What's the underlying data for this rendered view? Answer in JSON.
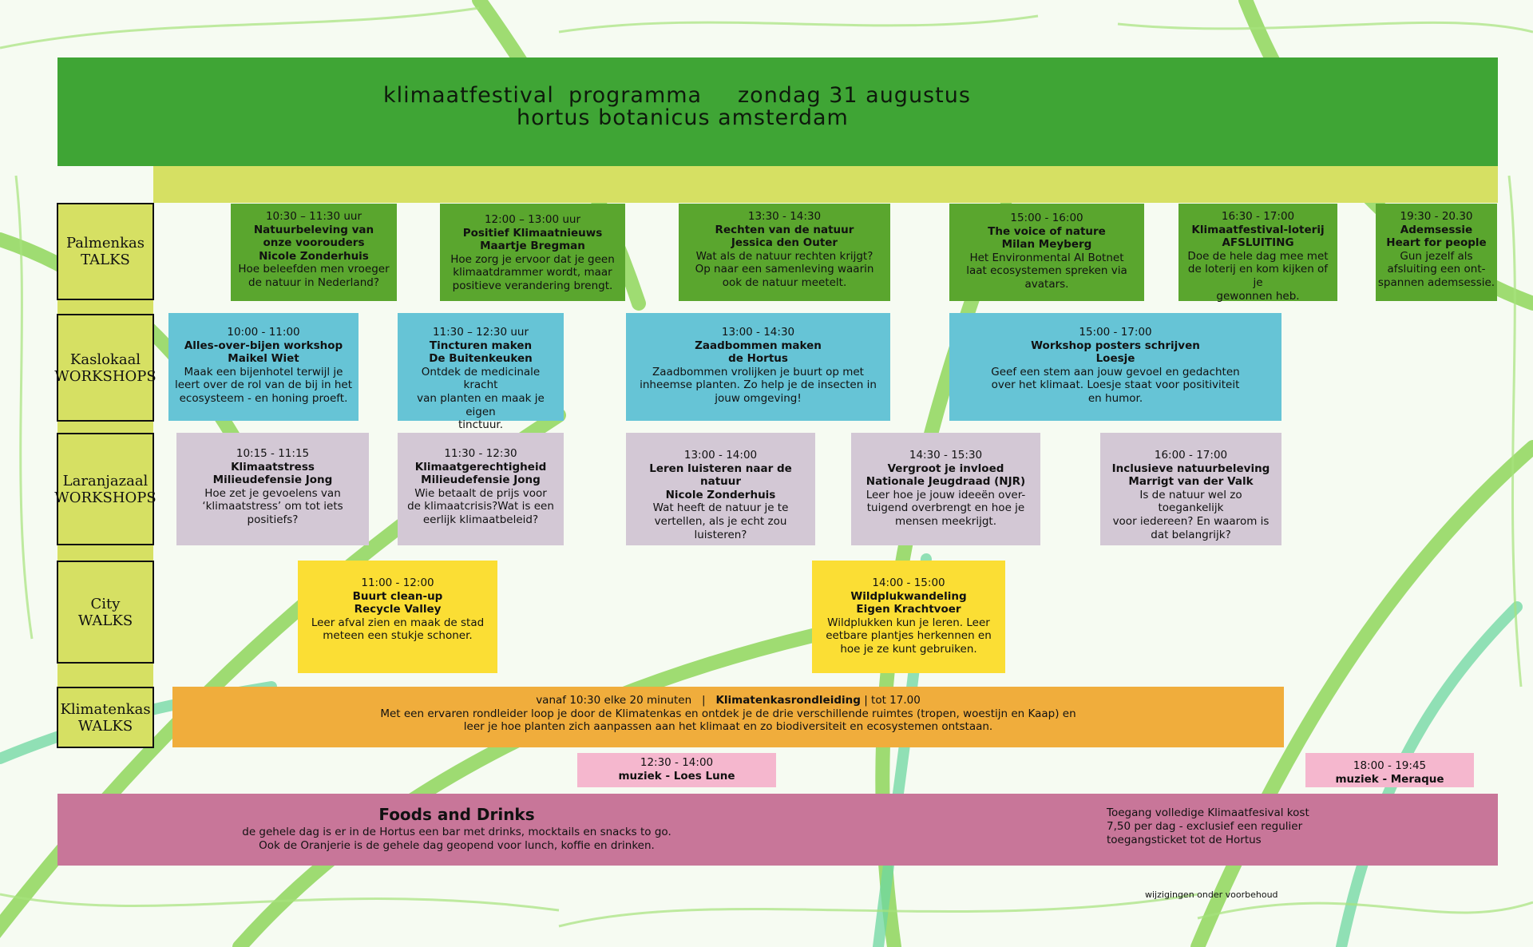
{
  "colors": {
    "header_green": "#3fa535",
    "subbar_lime": "#d6e063",
    "talk_green": "#5aa62e",
    "workshop_blue": "#66c4d6",
    "workshop_lilac": "#d3c8d5",
    "walk_yellow": "#fbde34",
    "tour_orange": "#f0ad3c",
    "music_pink": "#f5b7ce",
    "food_rose": "#c87699"
  },
  "header": {
    "festival": "klimaatfestival",
    "program": "programma",
    "date": "zondag 31 augustus",
    "venue": "hortus botanicus amsterdam"
  },
  "rows": {
    "talks": {
      "name": "Palmenkas",
      "type": "TALKS"
    },
    "kaslokaal": {
      "name": "Kaslokaal",
      "type": "WORKSHOPS"
    },
    "laranjazaal": {
      "name": "Laranjazaal",
      "type": "WORKSHOPS"
    },
    "city": {
      "name": "City",
      "type": "WALKS"
    },
    "klimatenkas": {
      "name": "Klimatenkas",
      "type": "WALKS"
    }
  },
  "talks": [
    {
      "time": "10:30 – 11:30 uur",
      "bold": [
        "Natuurbeleving van",
        "onze voorouders",
        "Nicole Zonderhuis"
      ],
      "desc": [
        "Hoe beleefden men vroeger",
        "de natuur in Nederland?"
      ]
    },
    {
      "time": "12:00 – 13:00 uur",
      "bold": [
        "Positief Klimaatnieuws",
        "Maartje Bregman"
      ],
      "desc": [
        "Hoe zorg je ervoor dat je geen",
        "klimaatdrammer wordt, maar",
        "positieve verandering brengt."
      ]
    },
    {
      "time": "13:30 - 14:30",
      "bold": [
        "Rechten van de natuur",
        "Jessica den Outer"
      ],
      "desc": [
        "Wat als de natuur rechten krijgt?",
        "Op naar een samenleving waarin",
        "ook de natuur meetelt."
      ]
    },
    {
      "time": "15:00  - 16:00",
      "bold": [
        "The voice of nature",
        "Milan Meyberg"
      ],
      "desc": [
        "Het Environmental AI Botnet",
        "laat ecosystemen spreken via",
        "avatars."
      ]
    },
    {
      "time": "16:30  - 17:00",
      "bold": [
        "Klimaatfestival-loterij",
        "AFSLUITING"
      ],
      "desc": [
        "Doe de hele dag mee met",
        "de loterij en kom kijken of je",
        "gewonnen heb."
      ]
    },
    {
      "time": "19:30  - 20.30",
      "bold": [
        "Ademsessie",
        "Heart for people"
      ],
      "desc": [
        "Gun jezelf als",
        "afsluiting een ont-",
        "spannen ademsessie."
      ]
    }
  ],
  "kaslokaal": [
    {
      "time": "10:00 - 11:00",
      "bold": [
        "Alles-over-bijen workshop",
        "Maikel Wiet"
      ],
      "desc": [
        "Maak een bijenhotel terwijl je",
        "leert over de rol van de bij in het",
        "ecosysteem - en honing proeft."
      ]
    },
    {
      "time": "11:30 – 12:30 uur",
      "bold": [
        "Tincturen maken",
        "De Buitenkeuken"
      ],
      "desc": [
        "Ontdek de medicinale kracht",
        "van planten en maak je eigen",
        "tinctuur."
      ]
    },
    {
      "time": "13:00 - 14:30",
      "bold": [
        "Zaadbommen maken",
        "de Hortus"
      ],
      "desc": [
        "Zaadbommen vrolijken je buurt op met",
        "inheemse planten. Zo help je de insecten in",
        "jouw omgeving!"
      ]
    },
    {
      "time": "15:00 - 17:00",
      "bold": [
        "Workshop posters schrijven",
        "Loesje"
      ],
      "desc": [
        "Geef een stem aan jouw gevoel en gedachten",
        "over het klimaat. Loesje staat voor positiviteit",
        "en humor."
      ]
    }
  ],
  "laranjazaal": [
    {
      "time": "10:15 - 11:15",
      "bold": [
        "Klimaatstress",
        "Milieudefensie Jong"
      ],
      "desc": [
        "Hoe zet je gevoelens van",
        "‘klimaatstress’ om tot iets",
        "positiefs?"
      ]
    },
    {
      "time": "11:30 - 12:30",
      "bold": [
        "Klimaatgerechtigheid",
        "Milieudefensie Jong"
      ],
      "desc": [
        "Wie betaalt de prijs voor",
        "de klimaatcrisis?Wat is een",
        "eerlijk klimaatbeleid?"
      ]
    },
    {
      "time": "13:00 - 14:00",
      "bold": [
        "Leren luisteren naar de natuur",
        "Nicole Zonderhuis"
      ],
      "desc": [
        "Wat heeft de natuur je te",
        "vertellen, als je echt zou",
        "luisteren?"
      ]
    },
    {
      "time": "14:30 - 15:30",
      "bold": [
        "Vergroot je invloed",
        "Nationale Jeugdraad (NJR)"
      ],
      "desc": [
        "Leer hoe je jouw ideeën over-",
        "tuigend overbrengt en hoe je",
        "mensen meekrijgt."
      ]
    },
    {
      "time": "16:00 - 17:00",
      "bold": [
        "Inclusieve natuurbeleving",
        "Marrigt van der Valk"
      ],
      "desc": [
        "Is de natuur wel zo toegankelijk",
        "voor iedereen? En waarom is",
        "dat belangrijk?"
      ]
    }
  ],
  "city": [
    {
      "time": "11:00 - 12:00",
      "bold": [
        "Buurt clean-up",
        "Recycle Valley"
      ],
      "desc": [
        "Leer afval zien en maak de stad",
        "meteen een stukje schoner."
      ]
    },
    {
      "time": "14:00 - 15:00",
      "bold": [
        "Wildplukwandeling",
        "Eigen Krachtvoer"
      ],
      "desc": [
        "Wildplukken kun je leren. Leer",
        "eetbare plantjes herkennen en",
        "hoe je ze kunt gebruiken."
      ]
    }
  ],
  "tour": {
    "start": "vanaf 10:30 elke 20 minuten",
    "sep": "|",
    "title": "Klimatenkasrondleiding",
    "end": "| tot 17.00",
    "desc": [
      "Met een ervaren rondleider loop je door de Klimatenkas en ontdek je de drie verschillende ruimtes (tropen, woestijn en Kaap) en",
      "leer je hoe planten zich aanpassen aan het klimaat en zo biodiversiteit en ecosystemen ontstaan."
    ]
  },
  "music": [
    {
      "time": "12:30 - 14:00",
      "bold": "muziek - Loes Lune"
    },
    {
      "time": "18:00 - 19:45",
      "bold": "muziek - Meraque"
    }
  ],
  "foods": {
    "title": "Foods and Drinks",
    "lines": [
      "de gehele dag is er in de Hortus een bar met drinks, mocktails en snacks to go.",
      "Ook de Oranjerie is de gehele dag geopend voor lunch, koffie en drinken."
    ],
    "note": [
      "Toegang volledige Klimaatfesival kost",
      "7,50 per dag - exclusief een regulier",
      "toegangsticket tot de Hortus"
    ]
  },
  "disclaimer": "wijzigingen onder voorbehoud"
}
